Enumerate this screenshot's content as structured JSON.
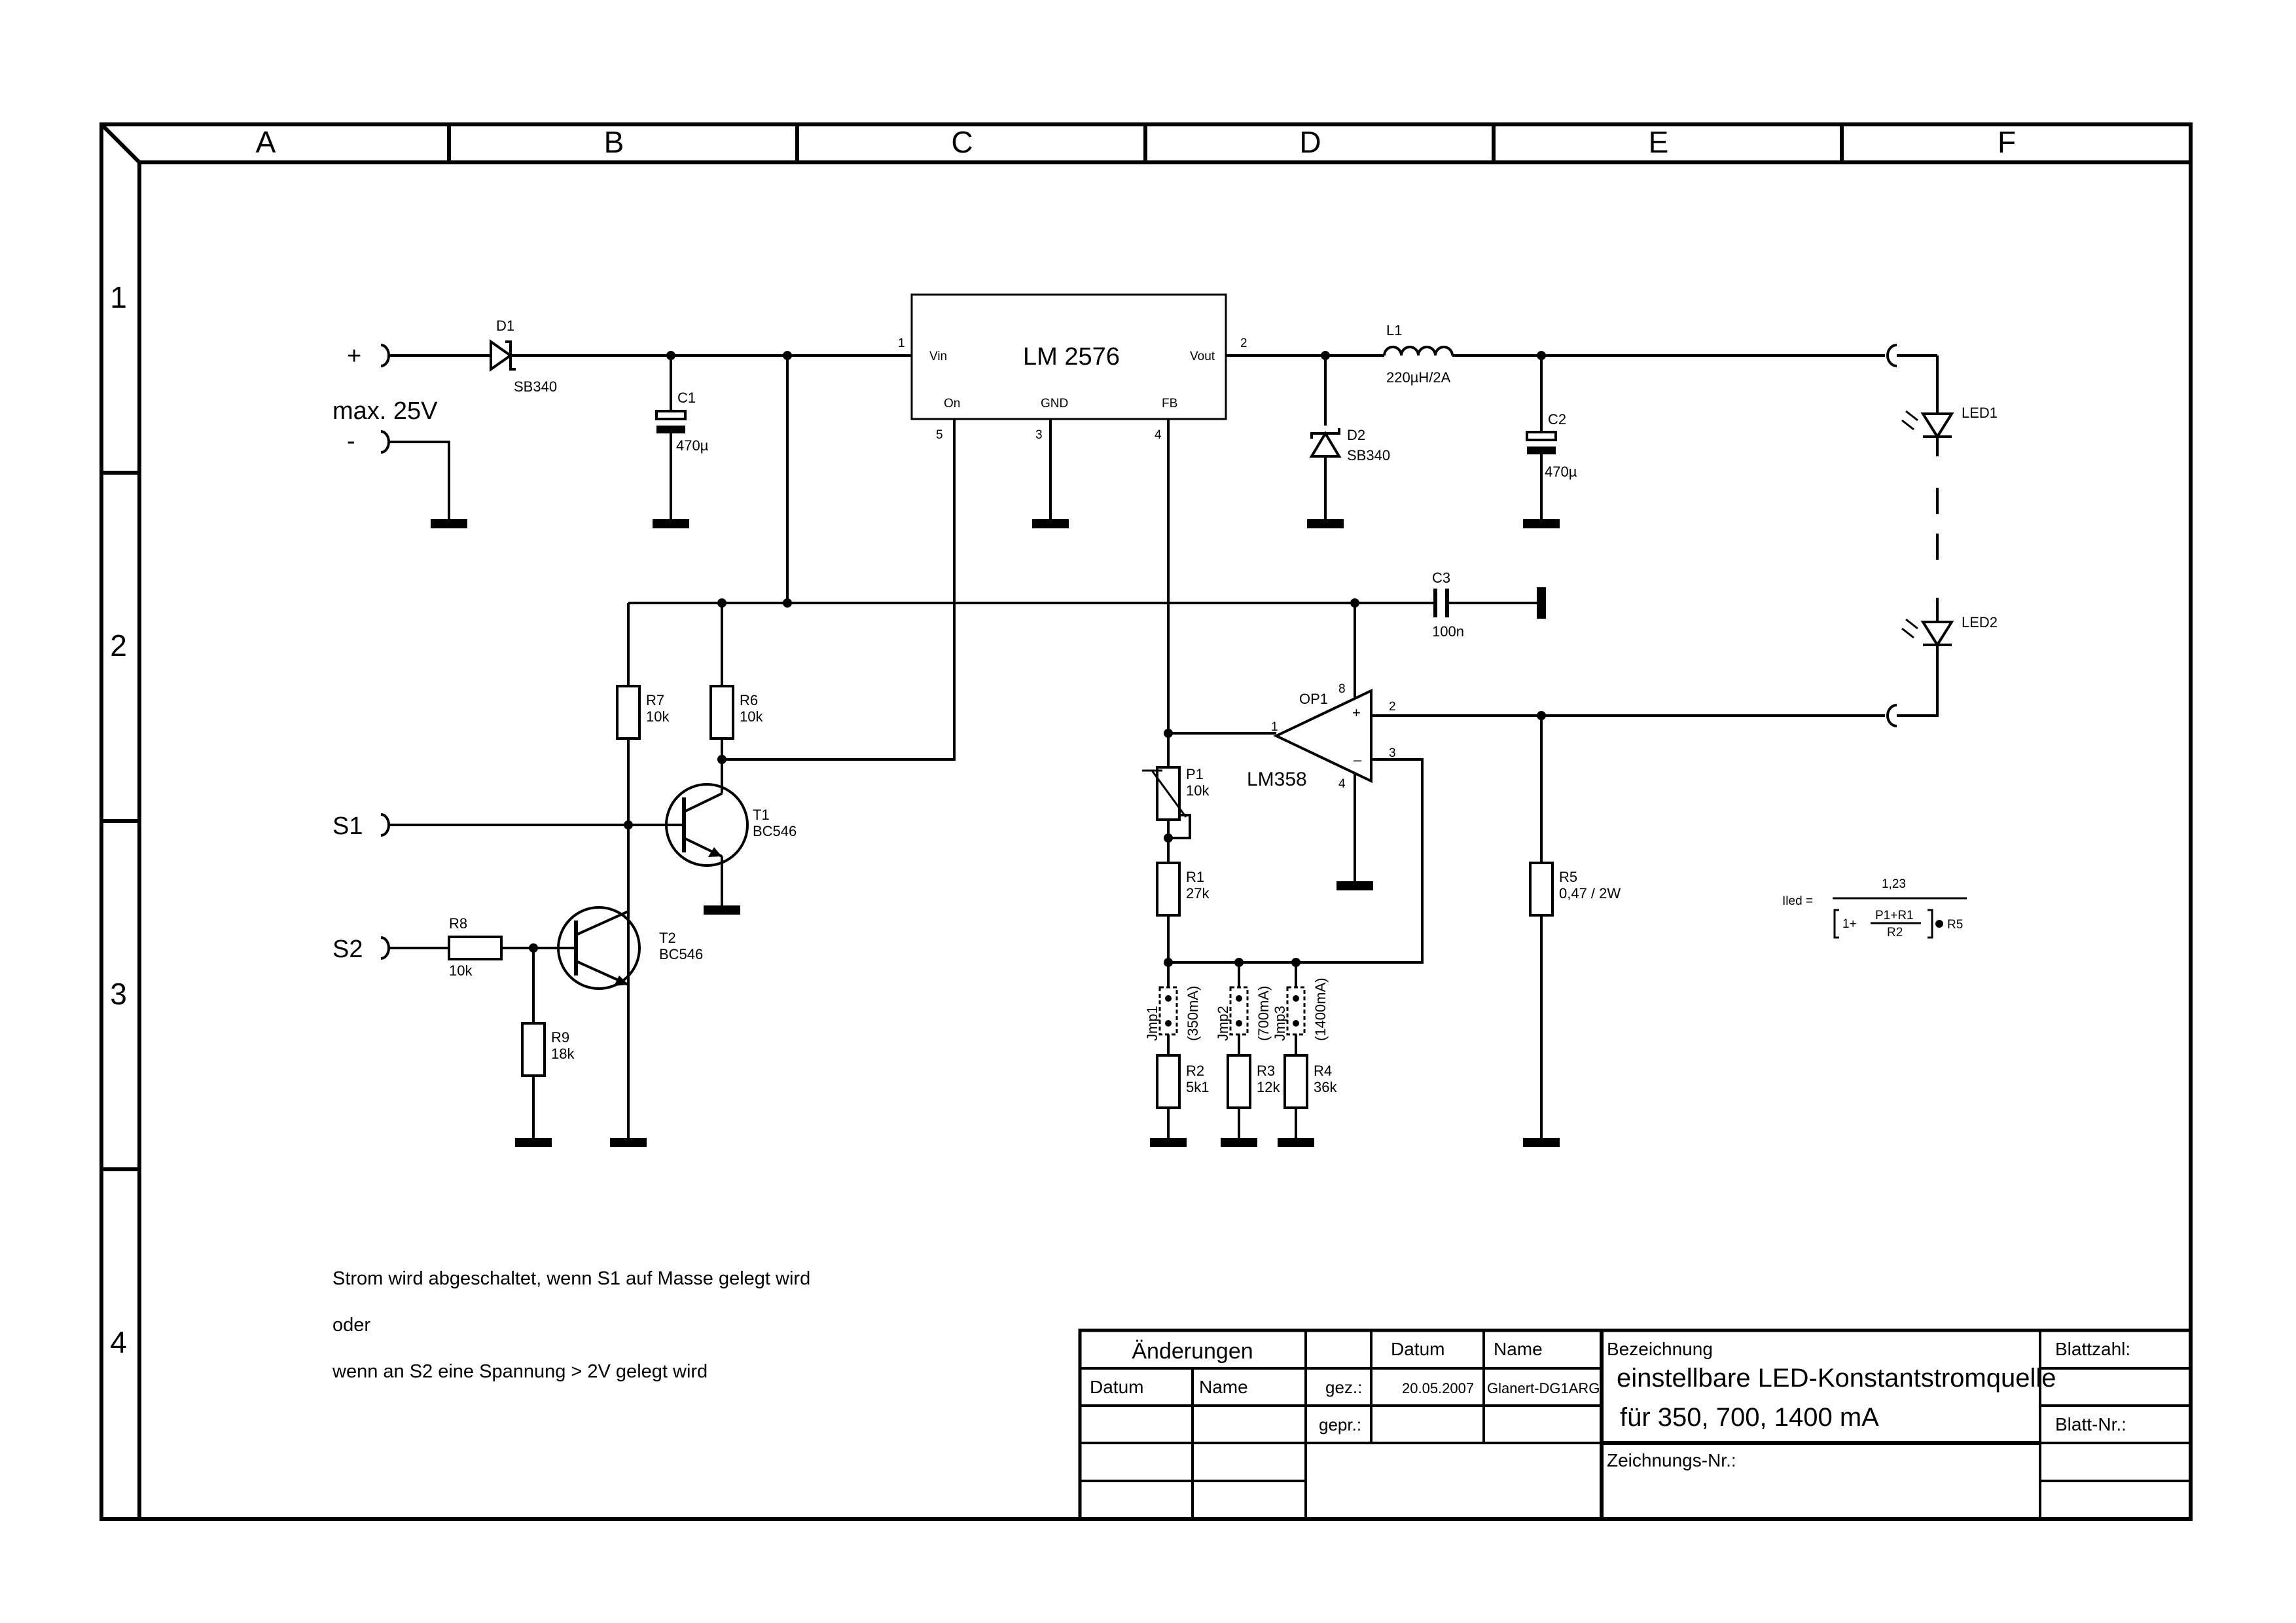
{
  "zones": {
    "columns": [
      "A",
      "B",
      "C",
      "D",
      "E",
      "F"
    ],
    "rows": [
      "1",
      "2",
      "3",
      "4"
    ]
  },
  "supply": {
    "plus": "+",
    "minus": "-",
    "voltage": "max. 25V"
  },
  "parts": {
    "d1": {
      "ref": "D1",
      "value": "SB340"
    },
    "d2": {
      "ref": "D2",
      "value": "SB340"
    },
    "c1": {
      "ref": "C1",
      "value": "470µ"
    },
    "c2": {
      "ref": "C2",
      "value": "470µ"
    },
    "c3": {
      "ref": "C3",
      "value": "100n"
    },
    "l1": {
      "ref": "L1",
      "value": "220µH/2A"
    },
    "ic1": {
      "name": "LM 2576",
      "pins": {
        "vin": "Vin",
        "vout": "Vout",
        "on": "On",
        "gnd": "GND",
        "fb": "FB"
      },
      "pin_numbers": {
        "vin": "1",
        "vout": "2",
        "gnd": "3",
        "fb": "4",
        "on": "5"
      }
    },
    "op1": {
      "ref": "OP1",
      "name": "LM358",
      "pin_numbers": {
        "out": "1",
        "plus": "2",
        "minus": "3",
        "gnd": "4",
        "vcc": "8"
      },
      "plus_sign": "+",
      "minus_sign": "–"
    },
    "led1": {
      "ref": "LED1"
    },
    "led2": {
      "ref": "LED2"
    },
    "r1": {
      "ref": "R1",
      "value": "27k"
    },
    "r2": {
      "ref": "R2",
      "value": "5k1"
    },
    "r3": {
      "ref": "R3",
      "value": "12k"
    },
    "r4": {
      "ref": "R4",
      "value": "36k"
    },
    "r5": {
      "ref": "R5",
      "value": "0,47 / 2W"
    },
    "r6": {
      "ref": "R6",
      "value": "10k"
    },
    "r7": {
      "ref": "R7",
      "value": "10k"
    },
    "r8": {
      "ref": "R8",
      "value": "10k"
    },
    "r9": {
      "ref": "R9",
      "value": "18k"
    },
    "p1": {
      "ref": "P1",
      "value": "10k"
    },
    "t1": {
      "ref": "T1",
      "value": "BC546"
    },
    "t2": {
      "ref": "T2",
      "value": "BC546"
    },
    "jmp1": {
      "ref": "Jmp1",
      "value": "(350mA)"
    },
    "jmp2": {
      "ref": "Jmp2",
      "value": "(700mA)"
    },
    "jmp3": {
      "ref": "Jmp3",
      "value": "(1400mA)"
    }
  },
  "inputs": {
    "s1": "S1",
    "s2": "S2"
  },
  "formula": {
    "lhs": "Iled =",
    "numerator": "1,23",
    "one_plus": "1+",
    "frac_num": "P1+R1",
    "frac_den": "R2",
    "times": "R5"
  },
  "notes": [
    "Strom wird abgeschaltet, wenn S1 auf Masse gelegt wird",
    "oder",
    "wenn an S2 eine Spannung > 2V gelegt wird"
  ],
  "title_block": {
    "changes_header": "Änderungen",
    "col_datum": "Datum",
    "col_name": "Name",
    "datum_header": "Datum",
    "name_header": "Name",
    "gez_label": "gez.:",
    "gepr_label": "gepr.:",
    "gez_date": "20.05.2007",
    "gez_name": "Glanert-DG1ARG",
    "bezeichnung_label": "Bezeichnung",
    "title_line1": "einstellbare LED-Konstantstromquelle",
    "title_line2": "für 350, 700, 1400 mA",
    "zeichnungs_nr_label": "Zeichnungs-Nr.:",
    "blattzahl_label": "Blattzahl:",
    "blatt_nr_label": "Blatt-Nr.:"
  }
}
